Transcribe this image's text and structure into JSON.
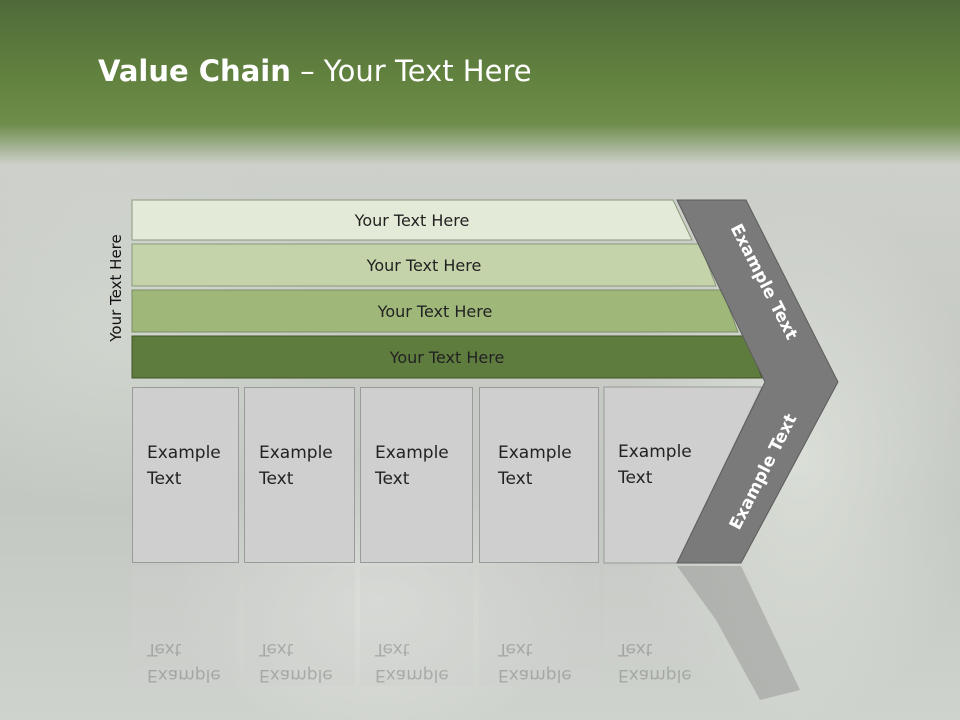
{
  "slide": {
    "title_bold": "Value Chain",
    "title_rest": " – Your Text Here",
    "side_label": "Your Text Here",
    "bars": [
      {
        "label": "Your Text Here",
        "color": "#e3ead8"
      },
      {
        "label": "Your Text Here",
        "color": "#c4d3aa"
      },
      {
        "label": "Your Text Here",
        "color": "#9fb87a"
      },
      {
        "label": "Your Text Here",
        "color": "#5f7c3f"
      }
    ],
    "boxes": [
      {
        "line1": "Example",
        "line2": "Text"
      },
      {
        "line1": "Example",
        "line2": "Text"
      },
      {
        "line1": "Example",
        "line2": "Text"
      },
      {
        "line1": "Example",
        "line2": "Text"
      },
      {
        "line1": "Example",
        "line2": "Text"
      }
    ],
    "chevron_upper_label": "Example Text",
    "chevron_lower_label": "Example Text",
    "chevron_color": "#7a7a7a",
    "header_color": "#61813f"
  }
}
